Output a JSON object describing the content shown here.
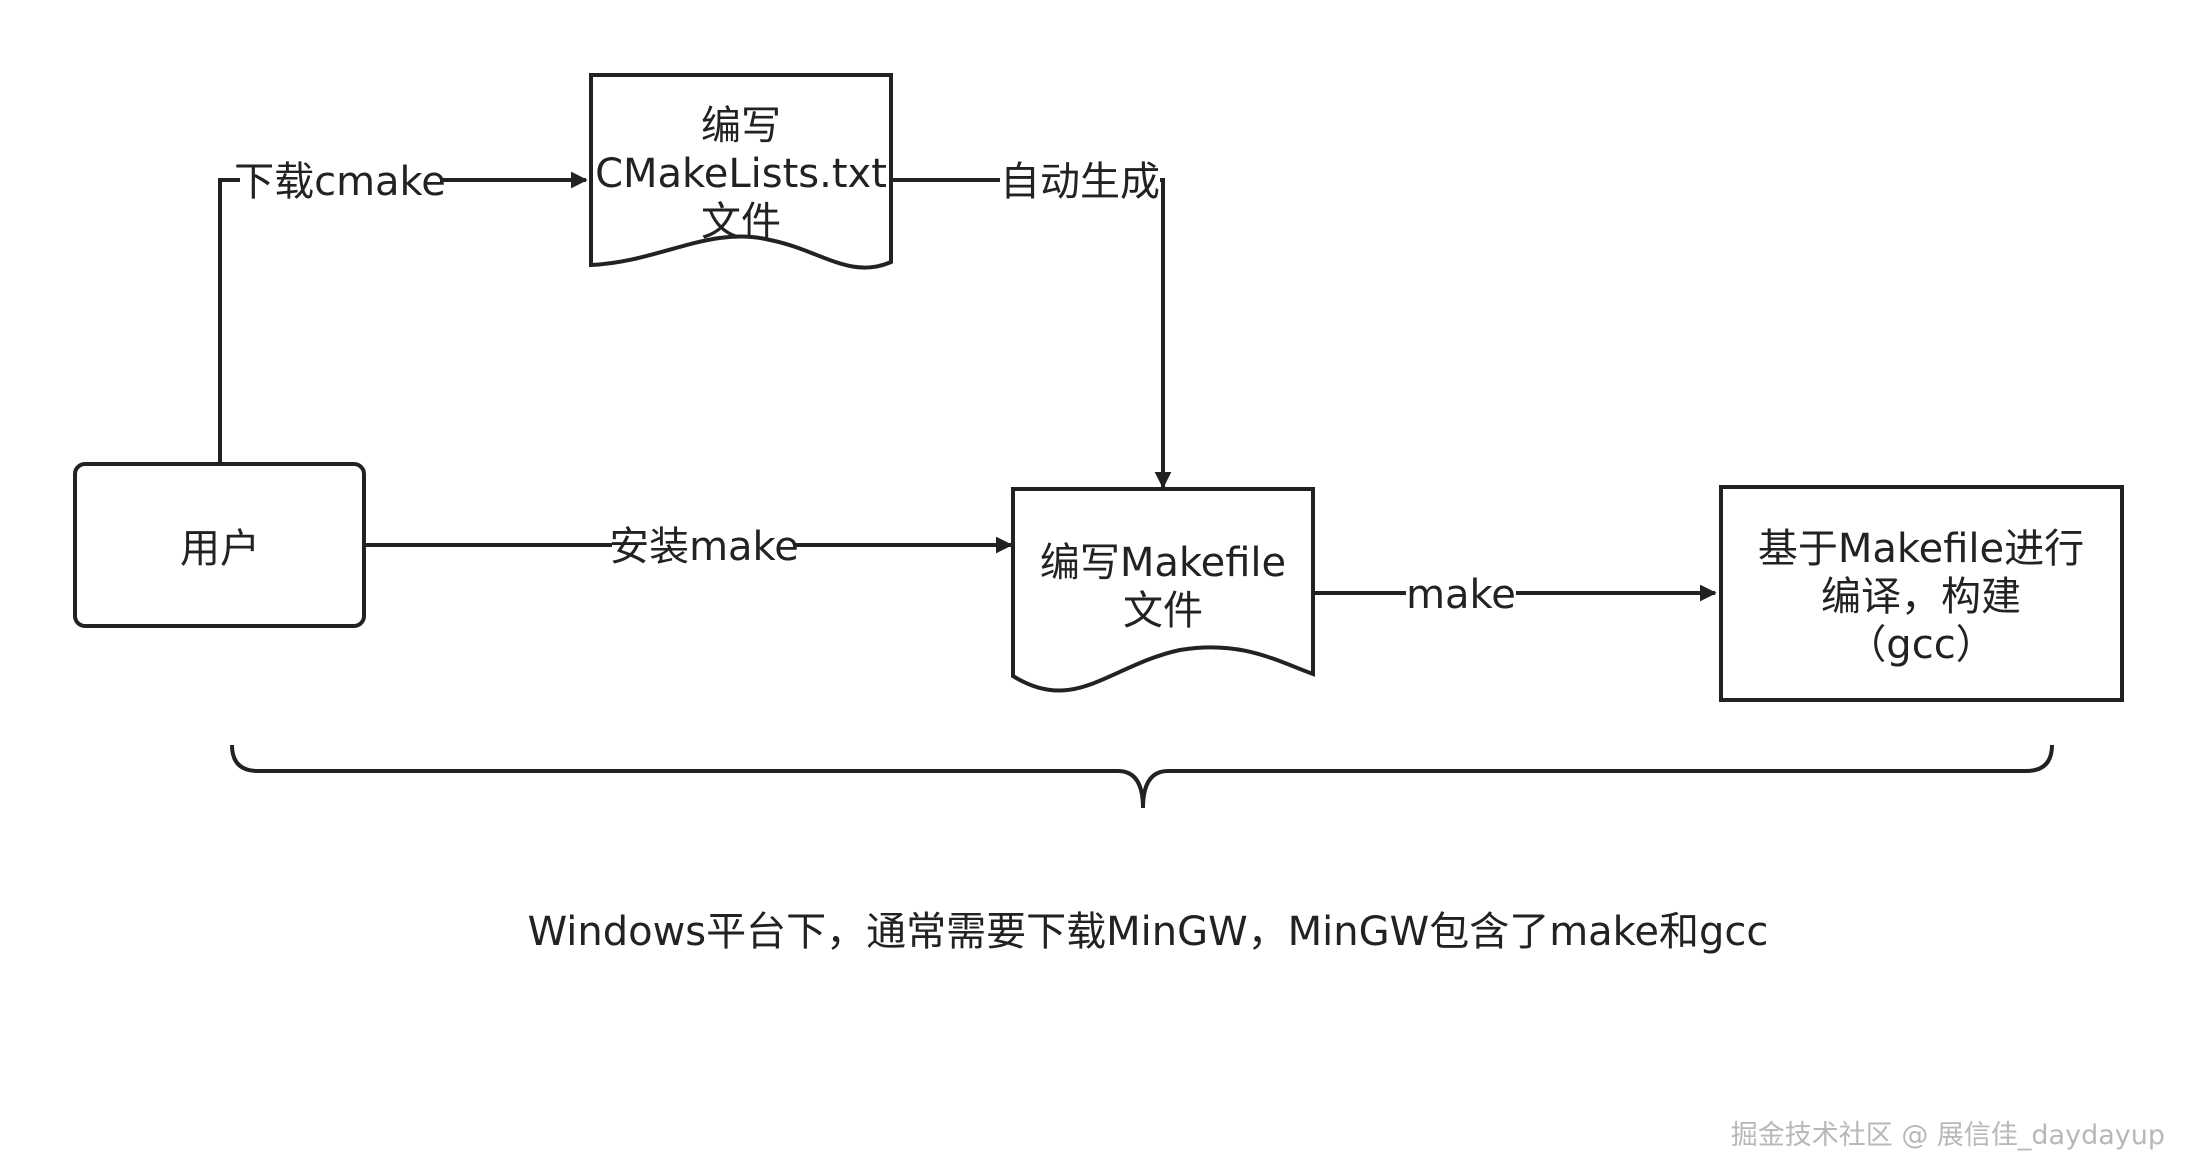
{
  "nodes": {
    "user": {
      "lines": [
        "用户"
      ]
    },
    "cmakelists": {
      "lines": [
        "编写",
        "CMakeLists.txt",
        "文件"
      ]
    },
    "makefile": {
      "lines": [
        "编写Makefile",
        "文件"
      ]
    },
    "compile": {
      "lines": [
        "基于Makefile进行",
        "编译，构建",
        "（gcc）"
      ]
    }
  },
  "edges": {
    "download_cmake": "下载cmake",
    "auto_generate": "自动生成",
    "install_make": "安装make",
    "make": "make"
  },
  "note": "Windows平台下，通常需要下载MinGW，MinGW包含了make和gcc",
  "watermark": "掘金技术社区 @ 展信佳_daydayup",
  "colors": {
    "stroke": "#222222",
    "background": "#ffffff",
    "watermark": "#b8b8b8"
  }
}
